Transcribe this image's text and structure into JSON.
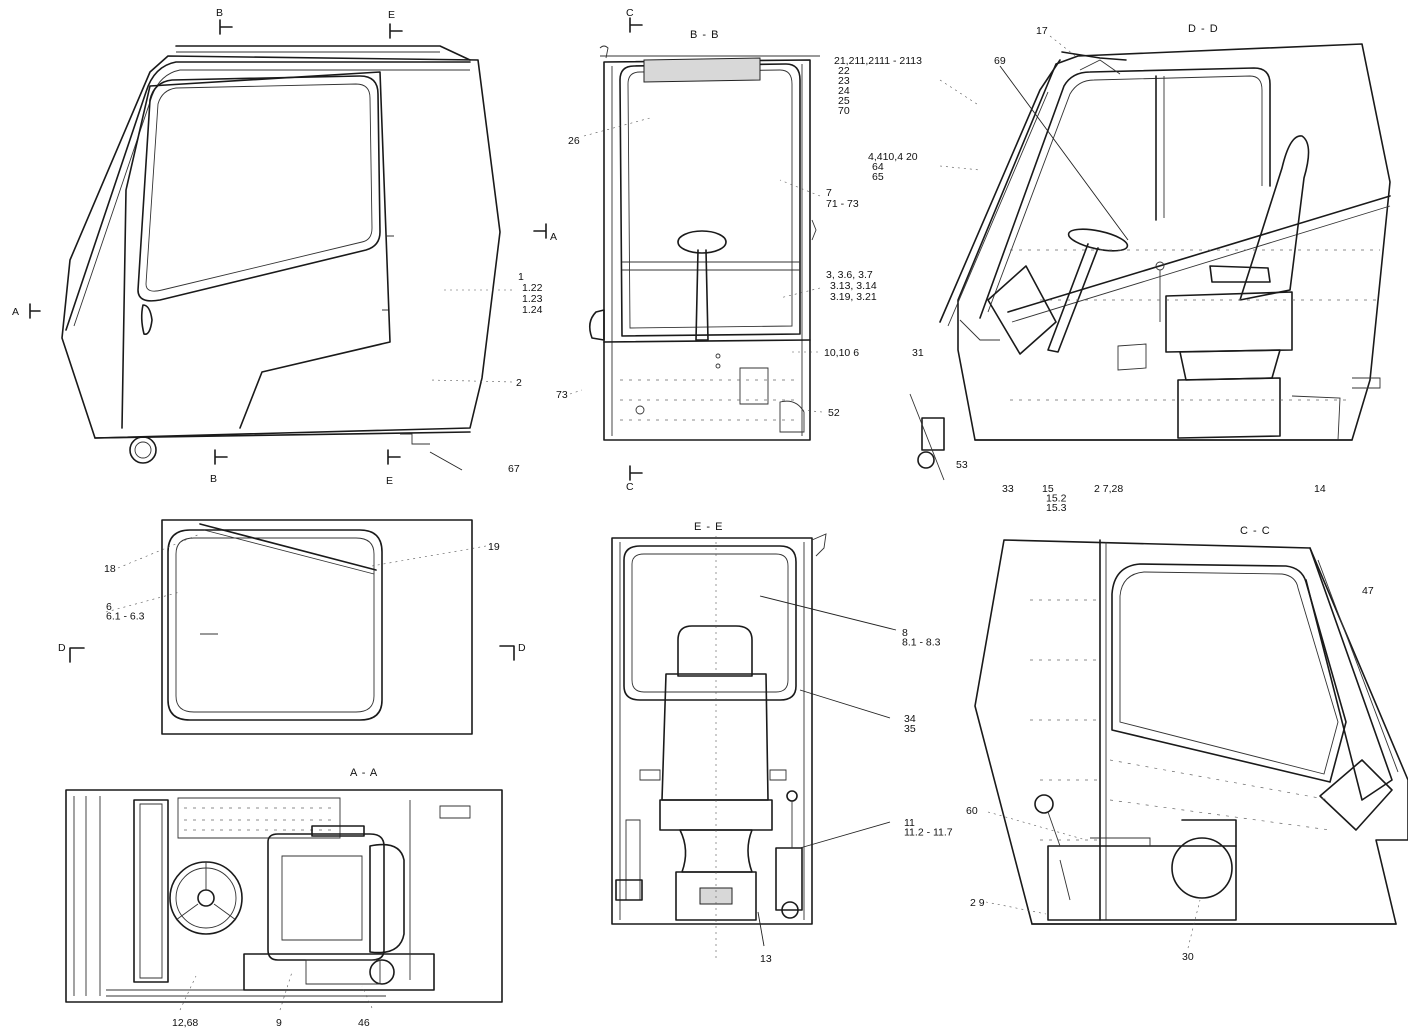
{
  "sections": {
    "bb": "B - B",
    "dd": "D - D",
    "ee": "E - E",
    "cc": "C - C",
    "aa": "A - A"
  },
  "markers": {
    "B": "B",
    "E": "E",
    "C": "C",
    "A": "A",
    "D": "D"
  },
  "callouts": [
    {
      "id": "1",
      "lines": [
        "1",
        "1.22",
        "1.23",
        "1.24"
      ]
    },
    {
      "id": "2",
      "lines": [
        "2"
      ]
    },
    {
      "id": "67",
      "lines": [
        "67"
      ]
    },
    {
      "id": "26",
      "lines": [
        "26"
      ]
    },
    {
      "id": "21",
      "lines": [
        "21,211,2111 - 2113",
        "22",
        "23",
        "24",
        "25",
        "70"
      ]
    },
    {
      "id": "4",
      "lines": [
        "4,410,4 20",
        "64",
        "65"
      ]
    },
    {
      "id": "7",
      "lines": [
        "7",
        "71 - 73"
      ]
    },
    {
      "id": "3",
      "lines": [
        "3, 3.6, 3.7",
        "3.13, 3.14",
        "3.19, 3.21"
      ]
    },
    {
      "id": "10",
      "lines": [
        "10,10 6"
      ]
    },
    {
      "id": "73",
      "lines": [
        "73"
      ]
    },
    {
      "id": "52",
      "lines": [
        "52"
      ]
    },
    {
      "id": "17",
      "lines": [
        "17"
      ]
    },
    {
      "id": "69",
      "lines": [
        "69"
      ]
    },
    {
      "id": "31",
      "lines": [
        "31"
      ]
    },
    {
      "id": "53",
      "lines": [
        "53"
      ]
    },
    {
      "id": "33",
      "lines": [
        "33"
      ]
    },
    {
      "id": "15",
      "lines": [
        "15",
        "15.2",
        "15.3"
      ]
    },
    {
      "id": "27",
      "lines": [
        "2 7,28"
      ]
    },
    {
      "id": "14",
      "lines": [
        "14"
      ]
    },
    {
      "id": "18",
      "lines": [
        "18"
      ]
    },
    {
      "id": "19",
      "lines": [
        "19"
      ]
    },
    {
      "id": "6",
      "lines": [
        "6",
        "6.1 - 6.3"
      ]
    },
    {
      "id": "8",
      "lines": [
        "8",
        "8.1 - 8.3"
      ]
    },
    {
      "id": "34",
      "lines": [
        "34",
        "35"
      ]
    },
    {
      "id": "11",
      "lines": [
        "11",
        "11.2 - 11.7"
      ]
    },
    {
      "id": "13",
      "lines": [
        "13"
      ]
    },
    {
      "id": "47",
      "lines": [
        "47"
      ]
    },
    {
      "id": "60",
      "lines": [
        "60"
      ]
    },
    {
      "id": "29",
      "lines": [
        "2 9"
      ]
    },
    {
      "id": "30",
      "lines": [
        "30"
      ]
    },
    {
      "id": "12",
      "lines": [
        "12,68"
      ]
    },
    {
      "id": "9",
      "lines": [
        "9"
      ]
    },
    {
      "id": "46",
      "lines": [
        "46"
      ]
    }
  ]
}
